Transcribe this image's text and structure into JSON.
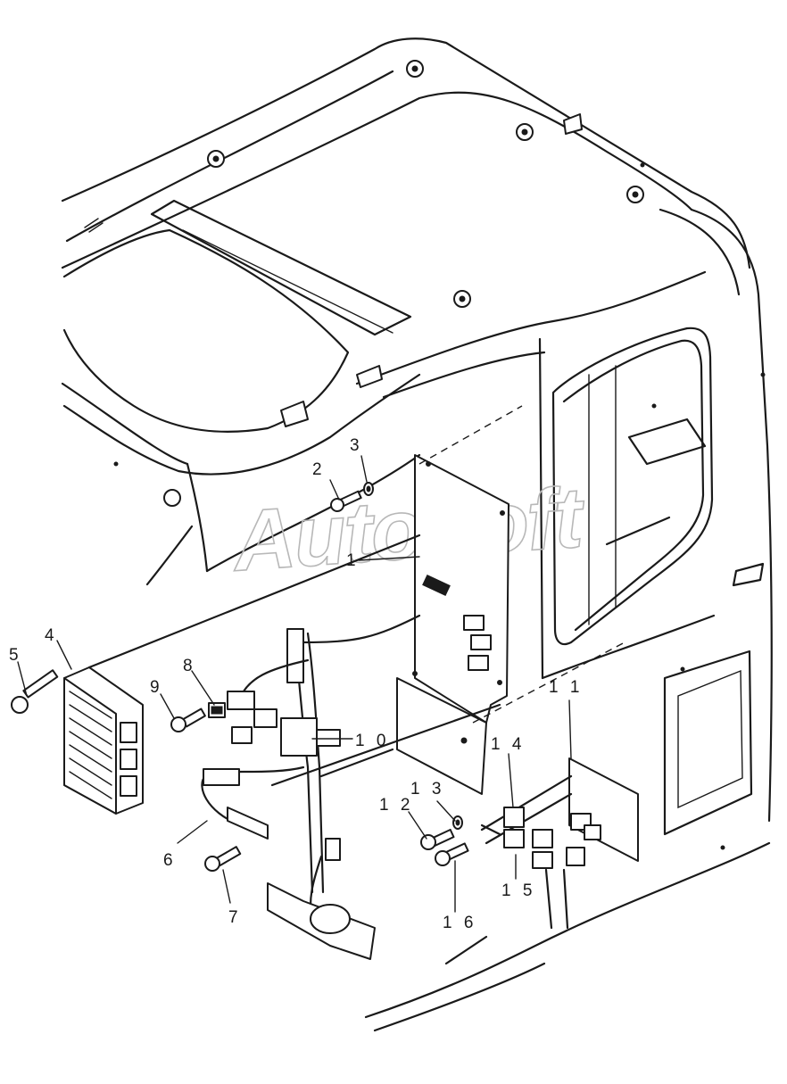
{
  "watermark": "AutoSoft",
  "callouts": [
    {
      "id": "1",
      "text": "1"
    },
    {
      "id": "2",
      "text": "2"
    },
    {
      "id": "3",
      "text": "3"
    },
    {
      "id": "4",
      "text": "4"
    },
    {
      "id": "5",
      "text": "5"
    },
    {
      "id": "6",
      "text": "6"
    },
    {
      "id": "7",
      "text": "7"
    },
    {
      "id": "8",
      "text": "8"
    },
    {
      "id": "9",
      "text": "9"
    },
    {
      "id": "10",
      "text": "1 0"
    },
    {
      "id": "11",
      "text": "1 1"
    },
    {
      "id": "12",
      "text": "1 2"
    },
    {
      "id": "13",
      "text": "1 3"
    },
    {
      "id": "14",
      "text": "1 4"
    },
    {
      "id": "15",
      "text": "1 5"
    },
    {
      "id": "16",
      "text": "1 6"
    }
  ]
}
